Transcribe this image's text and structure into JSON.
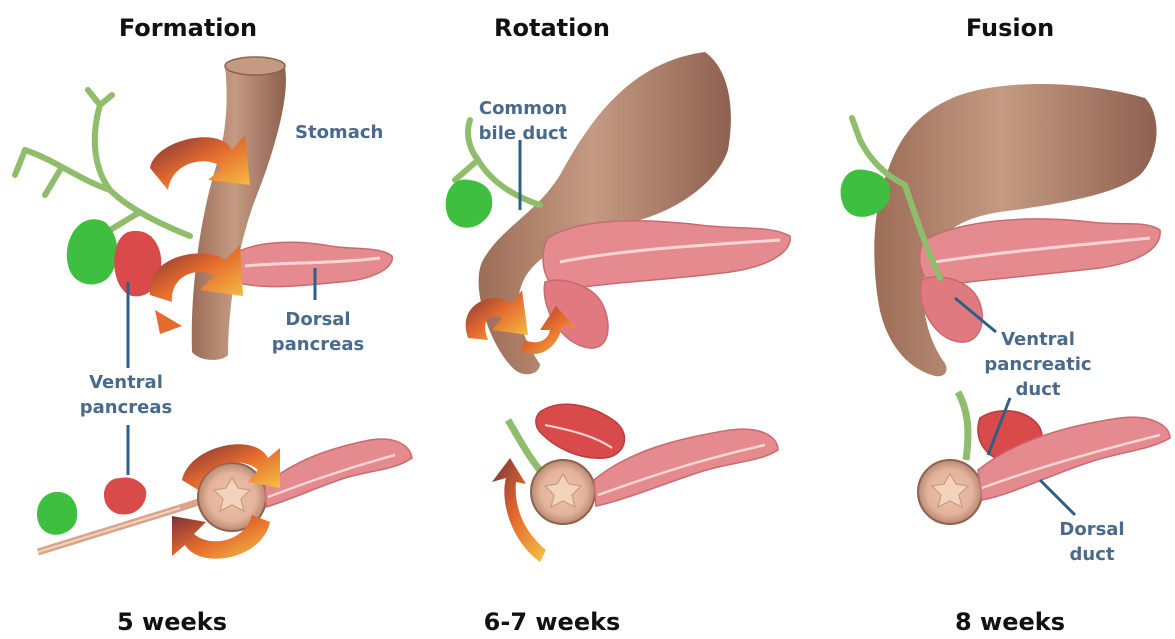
{
  "stages": [
    {
      "title": "Formation",
      "age": "5 weeks",
      "labels": {
        "stomach": "Stomach",
        "dorsal_1": "Dorsal",
        "dorsal_2": "pancreas",
        "ventral_1": "Ventral",
        "ventral_2": "pancreas"
      }
    },
    {
      "title": "Rotation",
      "age": "6-7 weeks",
      "labels": {
        "cbd_1": "Common",
        "cbd_2": "bile duct"
      }
    },
    {
      "title": "Fusion",
      "age": "8 weeks",
      "labels": {
        "vpd_1": "Ventral",
        "vpd_2": "pancreatic",
        "vpd_3": "duct",
        "dd_1": "Dorsal",
        "dd_2": "duct"
      }
    }
  ],
  "colors": {
    "stomach": "#b98a72",
    "pancreas": "#e58a8e",
    "ventral_pancreas": "#d94b4b",
    "gallbladder": "#3fbf3f",
    "bile_duct": "#8fbd6b",
    "arrow": "#f0b02a",
    "label": "#4a6a8c"
  }
}
